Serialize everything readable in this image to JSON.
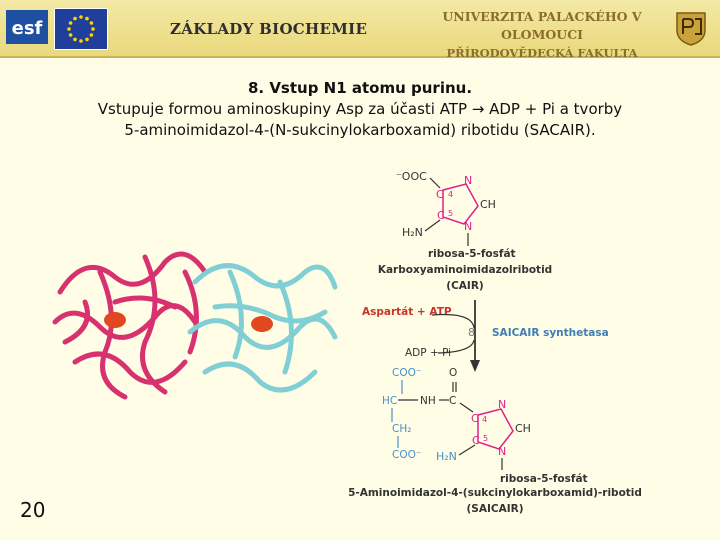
{
  "header": {
    "course_title": "ZÁKLADY BIOCHEMIE",
    "university": "UNIVERZITA PALACKÉHO V OLOMOUCI",
    "faculty": "PŘÍRODOVĚDECKÁ FAKULTA",
    "esf_logo_text": "esf"
  },
  "slide": {
    "heading": "8. Vstup N1 atomu purinu.",
    "line2": "Vstupuje formou aminoskupiny Asp za účasti ATP → ADP + Pi a tvorby",
    "line3": "5-aminoimidazol-4-(N-sukcinylokarboxamid) ribotidu (SACAIR).",
    "page_number": "20"
  },
  "scheme": {
    "substrate_name": "Karboxyaminoimidazolribotid",
    "substrate_abbr": "(CAIR)",
    "substrate_sugar": "ribosa-5-fosfát",
    "reactants": "Aspartát + ATP",
    "products": "ADP + Pi",
    "step_number": "8",
    "enzyme": "SAICAIR synthetasa",
    "product_name": "5-Aminoimidazol-4-(sukcinylokarboxamid)-ribotid",
    "product_abbr": "(SAICAIR)",
    "product_sugar": "ribosa-5-fosfát",
    "colors": {
      "ring": "#e0218a",
      "asp": "#4a90c8",
      "arrow": "#333333"
    }
  }
}
